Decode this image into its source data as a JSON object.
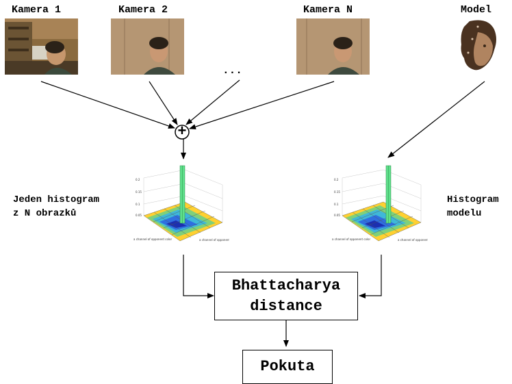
{
  "cameras": [
    {
      "label": "Kamera 1"
    },
    {
      "label": "Kamera 2"
    },
    {
      "label": "Kamera N"
    }
  ],
  "ellipsis": "...",
  "model": {
    "label": "Model"
  },
  "combine_symbol": "+",
  "hist_left": {
    "line1": "Jeden histogram",
    "line2": "z N obrazků"
  },
  "hist_right": {
    "line1": "Histogram",
    "line2": "modelu"
  },
  "bhattacharya": {
    "line1": "Bhattacharya",
    "line2": "distance"
  },
  "pokuta": {
    "label": "Pokuta"
  }
}
